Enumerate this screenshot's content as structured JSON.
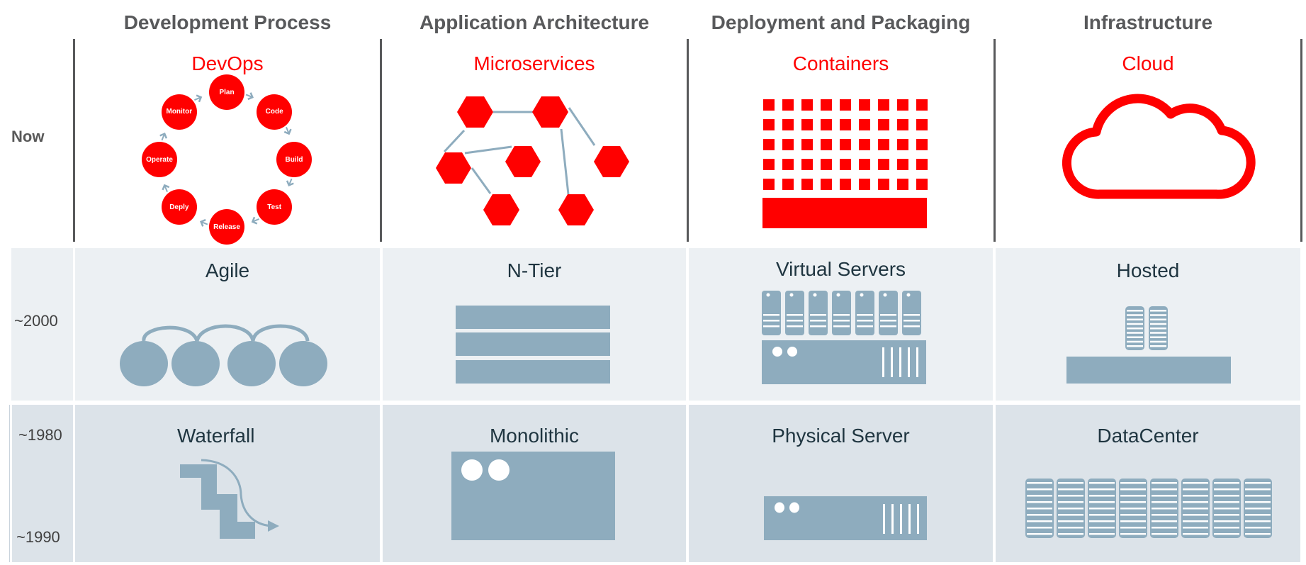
{
  "columns": [
    {
      "header": "Development Process"
    },
    {
      "header": "Application Architecture"
    },
    {
      "header": "Deployment and Packaging"
    },
    {
      "header": "Infrastructure"
    }
  ],
  "rows": {
    "now": {
      "label": "Now",
      "items": [
        "DevOps",
        "Microservices",
        "Containers",
        "Cloud"
      ]
    },
    "y2000": {
      "label": "~2000",
      "items": [
        "Agile",
        "N-Tier",
        "Virtual Servers",
        "Hosted"
      ]
    },
    "y1980": {
      "label_top": "~1980",
      "label_bottom": "~1990",
      "items": [
        "Waterfall",
        "Monolithic",
        "Physical Server",
        "DataCenter"
      ]
    }
  },
  "devops_cycle": {
    "steps": [
      "Plan",
      "Code",
      "Build",
      "Test",
      "Release",
      "Deply",
      "Operate",
      "Monitor"
    ]
  },
  "icons": {
    "devops": "devops-cycle-icon",
    "microservices": "hexagon-network-icon",
    "containers": "container-grid-icon",
    "cloud": "cloud-outline-icon",
    "agile": "linked-circles-icon",
    "ntier": "stacked-tiers-icon",
    "virtual_servers": "virtual-servers-icon",
    "hosted": "hosted-racks-icon",
    "waterfall": "waterfall-steps-icon",
    "monolithic": "monolith-box-icon",
    "physical_server": "physical-server-icon",
    "datacenter": "datacenter-racks-icon"
  },
  "colors": {
    "accent_red": "#ff0000",
    "header_gray": "#58595b",
    "icon_blue_gray": "#8eacbe",
    "row_2000_bg": "#ecf0f3",
    "row_1980_bg": "#dce3e9",
    "title_dark": "#1f3540"
  }
}
